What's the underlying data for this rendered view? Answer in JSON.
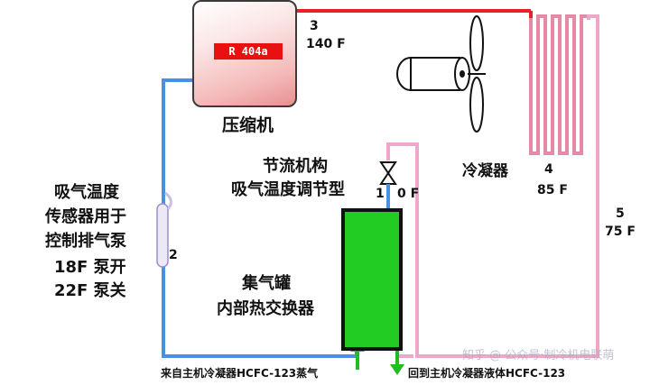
{
  "compressor": {
    "label": "压缩机",
    "refrigerant": "R 404a"
  },
  "points": {
    "p1": {
      "id": "1",
      "temp": "0 F"
    },
    "p2": {
      "id": "2"
    },
    "p3": {
      "id": "3",
      "temp": "140 F"
    },
    "p4": {
      "id": "4",
      "temp": "85 F"
    },
    "p5": {
      "id": "5",
      "temp": "75 F"
    }
  },
  "condenser": {
    "label": "冷凝器"
  },
  "expansion_valve": {
    "line1": "节流机构",
    "line2": "吸气温度调节型"
  },
  "sensor": {
    "line1": "吸气温度",
    "line2": "传感器用于",
    "line3": "控制排气泵",
    "line4": "18F 泵开",
    "line5": "22F 泵关"
  },
  "receiver": {
    "line1": "集气罐",
    "line2": "内部热交换器"
  },
  "footer": {
    "inlet": "来自主机冷凝器HCFC-123蒸气",
    "outlet": "回到主机冷凝器液体HCFC-123"
  },
  "watermark": "知乎 @ 公众号·制冷机电联萌",
  "colors": {
    "hot_line": "#e8202a",
    "suction_line": "#4a90e2",
    "liquid_line": "#f0a6c8",
    "tank": "#22cc22",
    "arrow": "#22bb22"
  }
}
